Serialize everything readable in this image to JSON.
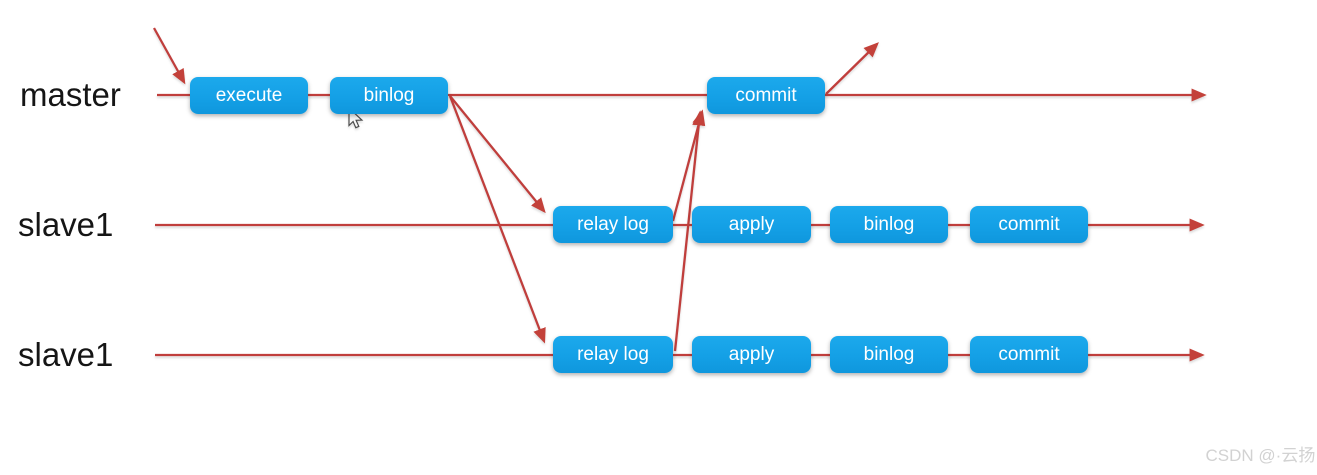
{
  "diagram": {
    "title_semantic": "mysql-master-slave-replication-flow",
    "colors": {
      "node_blue": "#14a0e6",
      "arrow_red": "#c03e3c",
      "label_black": "#151515",
      "watermark_gray": "#d2d2d2"
    },
    "rows": [
      {
        "label": "master",
        "nodes": [
          {
            "label": "execute"
          },
          {
            "label": "binlog"
          },
          {
            "label": "commit"
          }
        ]
      },
      {
        "label": "slave1",
        "nodes": [
          {
            "label": "relay log"
          },
          {
            "label": "apply"
          },
          {
            "label": "binlog"
          },
          {
            "label": "commit"
          }
        ]
      },
      {
        "label": "slave1",
        "nodes": [
          {
            "label": "relay log"
          },
          {
            "label": "apply"
          },
          {
            "label": "binlog"
          },
          {
            "label": "commit"
          }
        ]
      }
    ],
    "icons": {
      "cursor": "mouse-pointer"
    }
  },
  "watermark": "CSDN @·云扬·"
}
